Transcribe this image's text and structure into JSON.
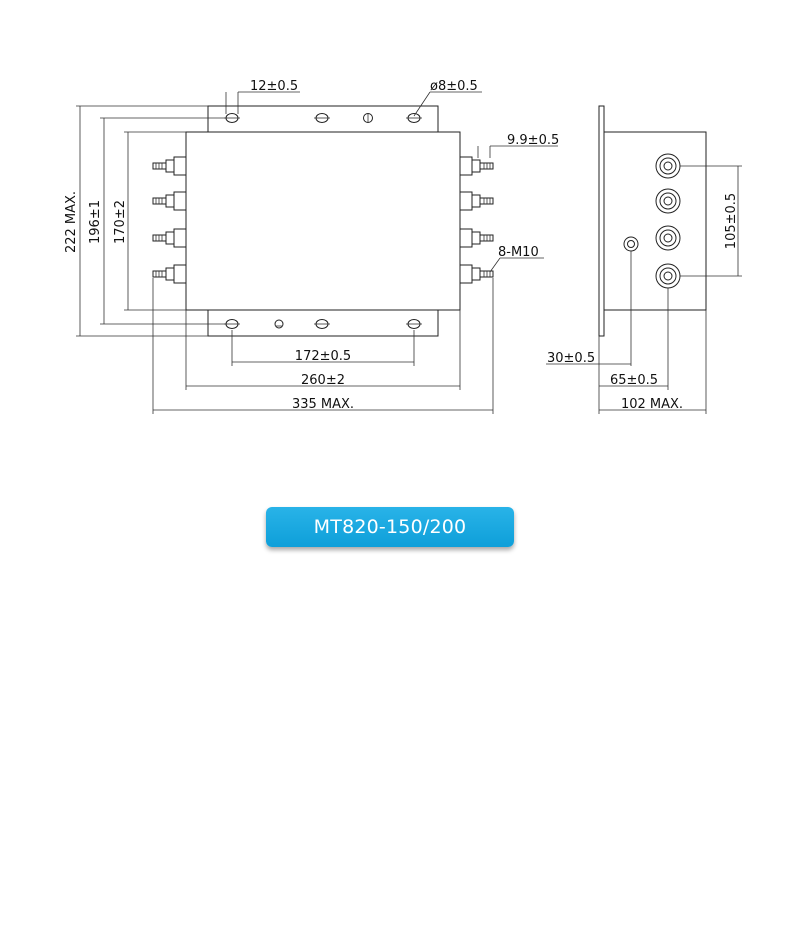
{
  "dimensions": {
    "hole_offset": "12±0.5",
    "hole_diameter": "ø8±0.5",
    "terminal_offset": "9.9±0.5",
    "height_max": "222 MAX.",
    "height_mount": "196±1",
    "height_body": "170±2",
    "terminal_thread": "8-M10",
    "hole_spacing": "172±0.5",
    "body_width": "260±2",
    "overall_width": "335 MAX.",
    "side_ground_offset": "30±0.5",
    "side_terminal_offset": "65±0.5",
    "side_depth": "102 MAX.",
    "terminal_spacing": "105±0.5"
  },
  "model": {
    "label": "MT820-150/200",
    "color": "#1aa8e0"
  }
}
